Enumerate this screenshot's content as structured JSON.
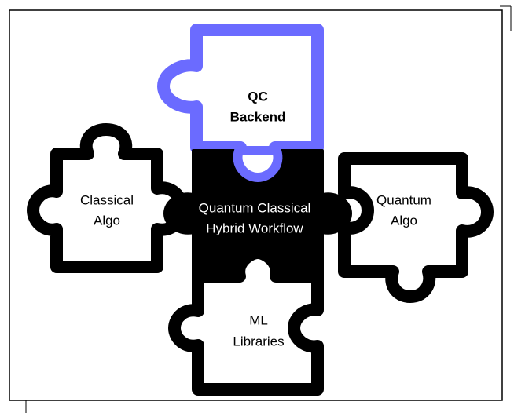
{
  "diagram": {
    "title": "",
    "pieces": {
      "qc_backend": {
        "lines": [
          "QC",
          "Backend"
        ],
        "outline_color": "#6B6BFF",
        "fill_color": "#ffffff",
        "text_color": "#000000",
        "bold": true
      },
      "classical_algo": {
        "lines": [
          "Classical",
          "Algo"
        ],
        "outline_color": "#000000",
        "fill_color": "#ffffff",
        "text_color": "#000000",
        "bold": false
      },
      "hybrid_workflow": {
        "lines": [
          "Quantum Classical",
          "Hybrid Workflow"
        ],
        "outline_color": "#000000",
        "fill_color": "#000000",
        "text_color": "#ffffff",
        "bold": false
      },
      "quantum_algo": {
        "lines": [
          "Quantum",
          "Algo"
        ],
        "outline_color": "#000000",
        "fill_color": "#ffffff",
        "text_color": "#000000",
        "bold": false
      },
      "ml_libraries": {
        "lines": [
          "ML",
          "Libraries"
        ],
        "outline_color": "#000000",
        "fill_color": "#ffffff",
        "text_color": "#000000",
        "bold": false
      }
    },
    "frame_color": "#000000"
  }
}
